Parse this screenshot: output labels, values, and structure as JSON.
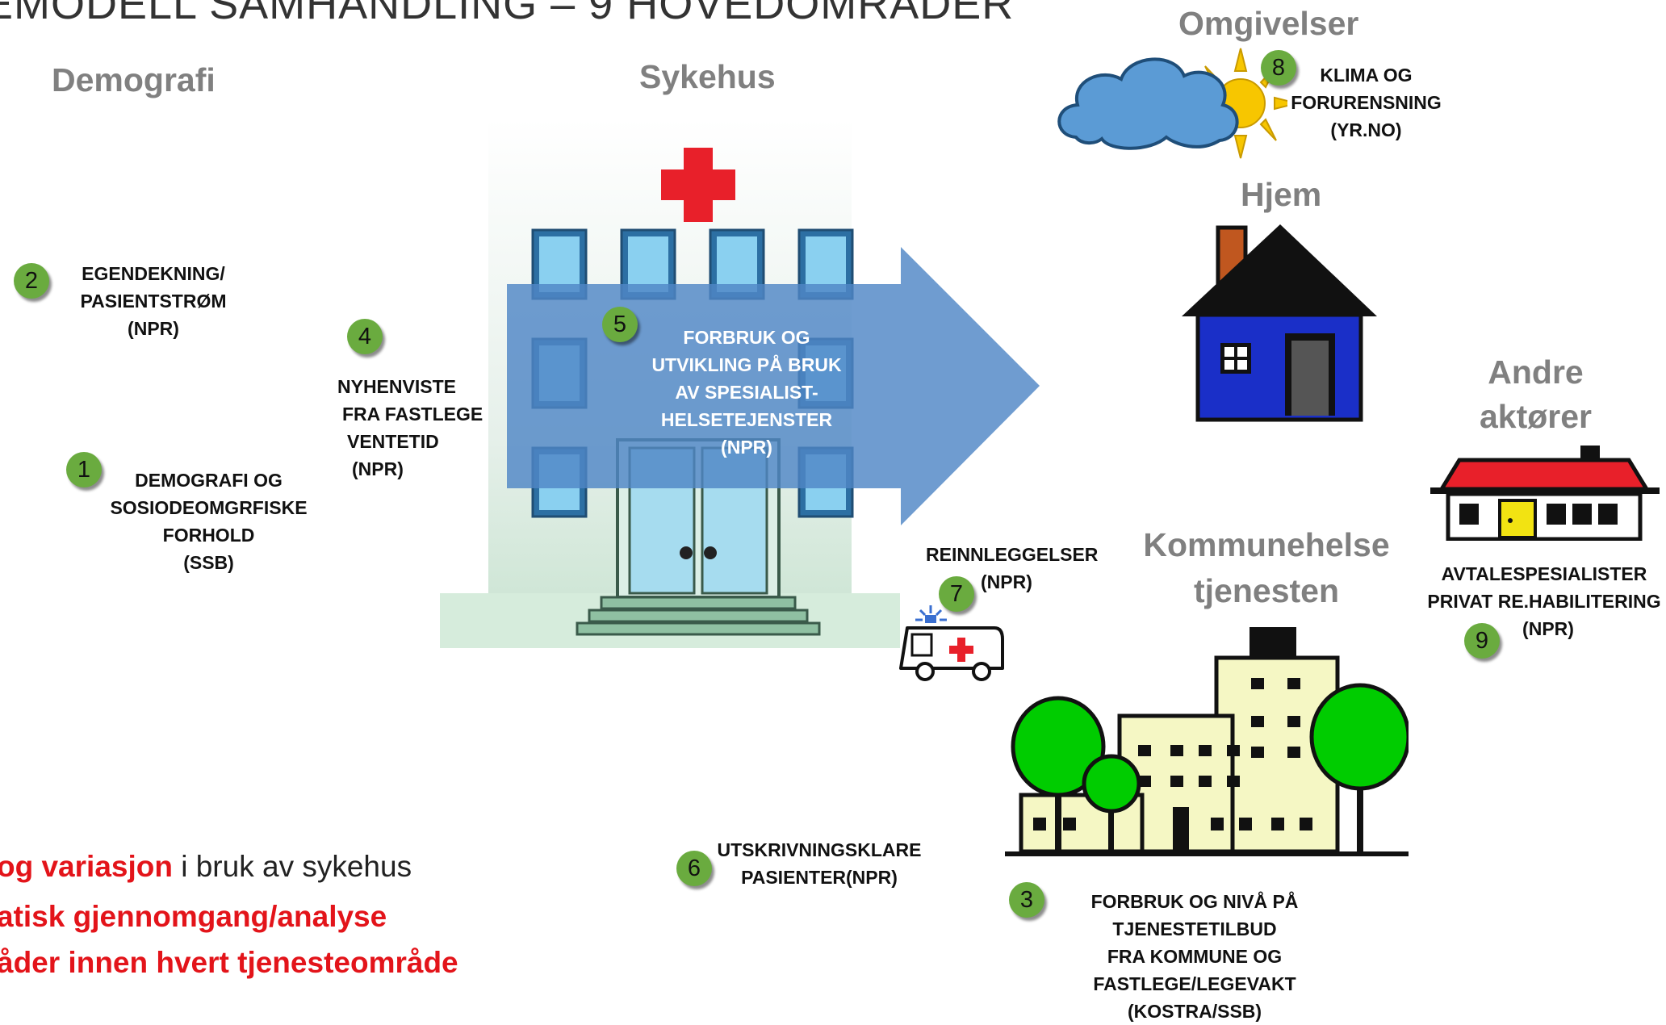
{
  "title": "EMODELL SAMHANDLING  – 9 HOVEDOMRÅDER",
  "headings": {
    "demografi": "Demografi",
    "sykehus": "Sykehus",
    "omgivelser": "Omgivelser",
    "hjem": "Hjem",
    "andre_1": "Andre",
    "andre_2": "aktører",
    "kommune_1": "Kommunehelse",
    "kommune_2": "tjenesten"
  },
  "areas": [
    {
      "number": "1",
      "lines": [
        "DEMOGRAFI OG",
        "SOSIODEOMGRFISKE",
        "FORHOLD",
        "(SSB)"
      ]
    },
    {
      "number": "2",
      "lines": [
        "EGENDEKNING/",
        "PASIENTSTRØM",
        "(NPR)"
      ]
    },
    {
      "number": "3",
      "lines": [
        "FORBRUK OG NIVÅ PÅ",
        "TJENESTETILBUD",
        "FRA KOMMUNE  OG",
        "FASTLEGE/LEGEVAKT",
        "(KOSTRA/SSB)"
      ]
    },
    {
      "number": "4",
      "lines": [
        "NYHENVISTE",
        "FRA FASTLEGE",
        "VENTETID",
        "(NPR)"
      ]
    },
    {
      "number": "5",
      "lines": [
        "FORBRUK OG",
        "UTVIKLING PÅ BRUK",
        "AV SPESIALIST-",
        "HELSETEJENSTER",
        "(NPR)"
      ]
    },
    {
      "number": "6",
      "lines": [
        "UTSKRIVNINGSKLARE",
        "PASIENTER(NPR)"
      ]
    },
    {
      "number": "7",
      "lines": [
        "REINNLEGGELSER",
        "(NPR)"
      ]
    },
    {
      "number": "8",
      "lines": [
        "KLIMA OG",
        "FORURENSNING",
        "(YR.NO)"
      ]
    },
    {
      "number": "9",
      "lines": [
        "AVTALESPESIALISTER",
        "PRIVAT RE.HABILITERING",
        "(NPR)"
      ]
    }
  ],
  "bottom": {
    "line1_red": "og variasjon",
    "line1_rest": " i bruk av sykehus",
    "line2": "atisk gjennomgang/analyse",
    "line3": "åder innen hvert tjenesteområde"
  },
  "colors": {
    "badge": "#6aab3f",
    "arrow": "#4f86c6",
    "red_cross": "#e8202a",
    "house_wall": "#1a2fc8",
    "tree": "#00cc00",
    "building": "#f5f7c4",
    "cloud": "#5b9bd5",
    "sun": "#f7c600"
  }
}
